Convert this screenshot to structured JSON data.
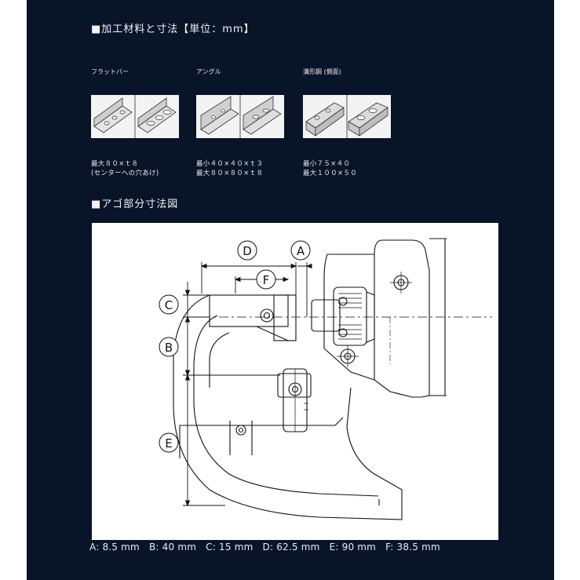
{
  "section1": {
    "title": "■加工材料と寸法【単位：mm】"
  },
  "materials": [
    {
      "label": "フラットバー",
      "spec_lines": [
        "最大８０×ｔ８",
        "(センターへの穴あけ)"
      ]
    },
    {
      "label": "アングル",
      "spec_lines": [
        "最小４０×４０×ｔ３",
        "最大８０×８０×ｔ８"
      ]
    },
    {
      "label": "溝形鋼 (側面)",
      "spec_lines": [
        "最小７５×４０",
        "最大１００×５０"
      ]
    }
  ],
  "section2": {
    "title": "■アゴ部分寸法図"
  },
  "diagram": {
    "labels": {
      "A": "A",
      "B": "B",
      "C": "C",
      "D": "D",
      "E": "E",
      "F": "F"
    }
  },
  "dimensions_text": "A: 8.5 mm   B: 40 mm   C: 15 mm   D: 62.5 mm   E: 90 mm   F: 38.5 mm",
  "colors": {
    "panel_bg": "#081428",
    "text": "#e9edf3",
    "diagram_bg": "#ffffff"
  }
}
